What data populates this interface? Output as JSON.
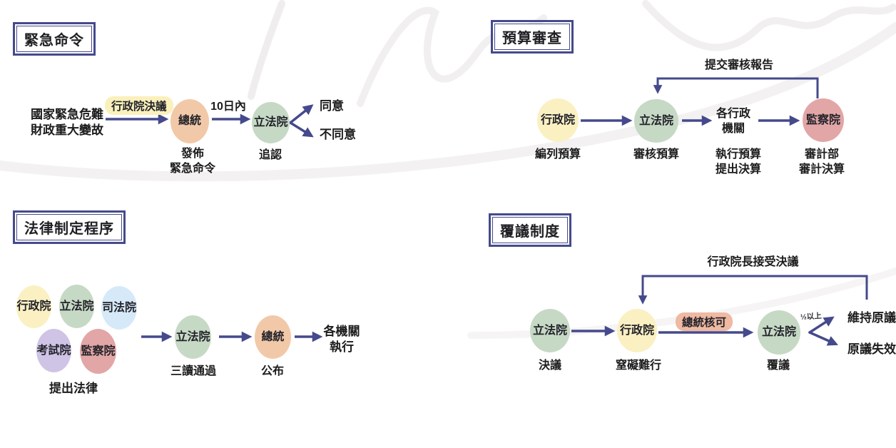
{
  "colors": {
    "arrow_navy": "#454a8c",
    "node_yellow": "#faf0c2",
    "node_green": "#c6d9c5",
    "node_peach": "#f2c9a8",
    "node_pink": "#e2a6a6",
    "node_blue": "#d6e9f8",
    "node_purple": "#cfc3e6",
    "pill_yellow": "#faf0bb",
    "pill_peach": "#efb9a2"
  },
  "sections": {
    "emergency": {
      "title": "緊急命令",
      "trigger": "國家緊急危難\n財政重大變故",
      "arrow1_label": "行政院決議",
      "node1": "總統",
      "node1_caption": "發佈\n緊急命令",
      "arrow2_label": "10日內",
      "node2": "立法院",
      "node2_caption": "追認",
      "branch_yes": "同意",
      "branch_no": "不同意"
    },
    "budget": {
      "title": "預算審查",
      "return_label": "提交審核報告",
      "node1": "行政院",
      "node1_caption": "編列預算",
      "node2": "立法院",
      "node2_caption": "審核預算",
      "node3": "各行政\n機關",
      "node3_caption": "執行預算\n提出決算",
      "node4": "監察院",
      "node4_caption": "審計部\n審計決算"
    },
    "law": {
      "title": "法律制定程序",
      "cluster": [
        {
          "label": "行政院"
        },
        {
          "label": "立法院"
        },
        {
          "label": "司法院"
        },
        {
          "label": "考試院"
        },
        {
          "label": "監察院"
        }
      ],
      "cluster_caption": "提出法律",
      "node1": "立法院",
      "node1_caption": "三讀通過",
      "node2": "總統",
      "node2_caption": "公布",
      "end": "各機關\n執行"
    },
    "reconsideration": {
      "title": "覆議制度",
      "return_label": "行政院長接受決議",
      "node1": "立法院",
      "node1_caption": "決議",
      "node2": "行政院",
      "node2_caption": "窒礙難行",
      "arrow_label": "總統核可",
      "node3": "立法院",
      "node3_caption": "覆議",
      "branch_note": "½以上",
      "branch_keep": "維持原議",
      "branch_void": "原議失效"
    }
  }
}
